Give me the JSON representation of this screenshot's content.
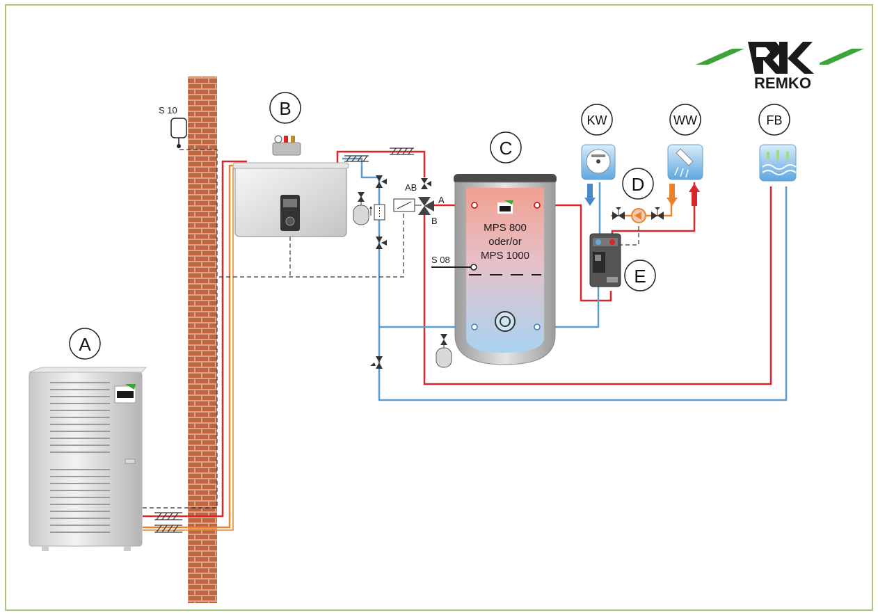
{
  "colors": {
    "frame": "#a8c878",
    "hot_pipe": "#d8262b",
    "cold_pipe": "#5b9ccf",
    "refrigerant_orange": "#e9822a",
    "brick": "#c0633f",
    "brand_green": "#3da43a"
  },
  "brand": {
    "name": "REMKO"
  },
  "components": {
    "A": {
      "label": "A"
    },
    "B": {
      "label": "B"
    },
    "C": {
      "label": "C"
    },
    "D": {
      "label": "D"
    },
    "E": {
      "label": "E"
    }
  },
  "outlets": {
    "kw": {
      "label": "KW"
    },
    "ww": {
      "label": "WW"
    },
    "fb": {
      "label": "FB"
    }
  },
  "sensors": {
    "s10": {
      "label": "S 10"
    },
    "s08": {
      "label": "S 08"
    }
  },
  "valve_ports": {
    "ab": "AB",
    "a": "A",
    "b": "B"
  },
  "tank": {
    "line1": "MPS 800",
    "line2": "oder/or",
    "line3": "MPS 1000"
  }
}
